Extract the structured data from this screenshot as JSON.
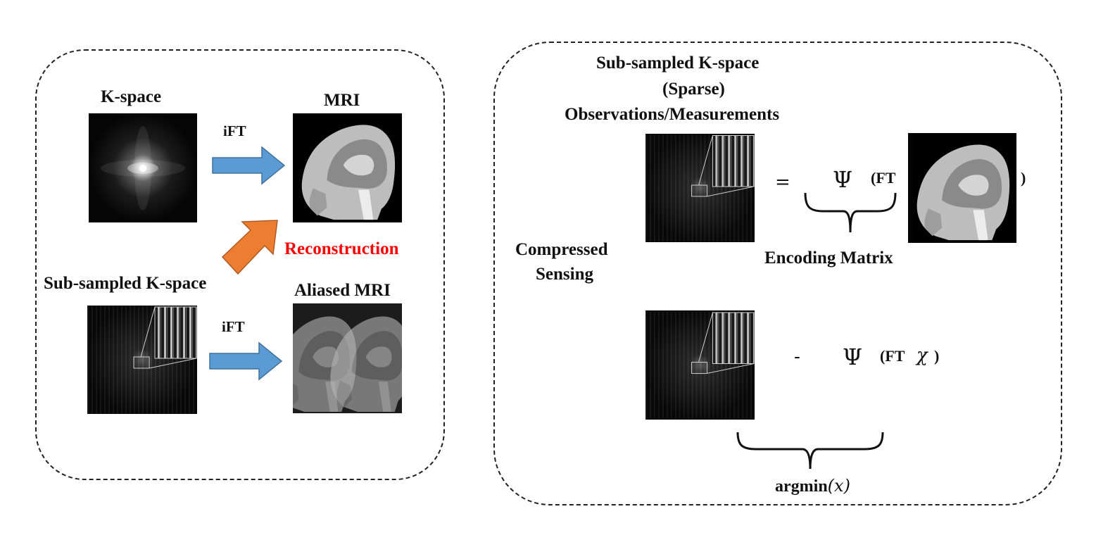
{
  "left_panel": {
    "kspace_label": "K-space",
    "mri_label": "MRI",
    "ift_top": "iFT",
    "reconstruction_label": "Reconstruction",
    "subsampled_label": "Sub-sampled K-space",
    "aliased_label": "Aliased MRI",
    "ift_bottom": "iFT"
  },
  "right_panel": {
    "title_line1": "Sub-sampled K-space",
    "title_line2": "(Sparse)",
    "title_line3": "Observations/Measurements",
    "cs_line1": "Compressed",
    "cs_line2": "Sensing",
    "eq1_equals": "=",
    "eq1_psi": "Ψ",
    "eq1_ft": "(FT",
    "eq1_close": ")",
    "encoding_label": "Encoding Matrix",
    "eq2_minus": "-",
    "eq2_psi": "Ψ",
    "eq2_ft": "(FT",
    "eq2_x": "χ",
    "eq2_close": ")",
    "argmin_word": "argmin",
    "argmin_arg": "(x)"
  },
  "colors": {
    "arrow_blue": "#5b9bd5",
    "arrow_orange": "#ed7d31",
    "reconstruction_red": "#ff0000"
  }
}
